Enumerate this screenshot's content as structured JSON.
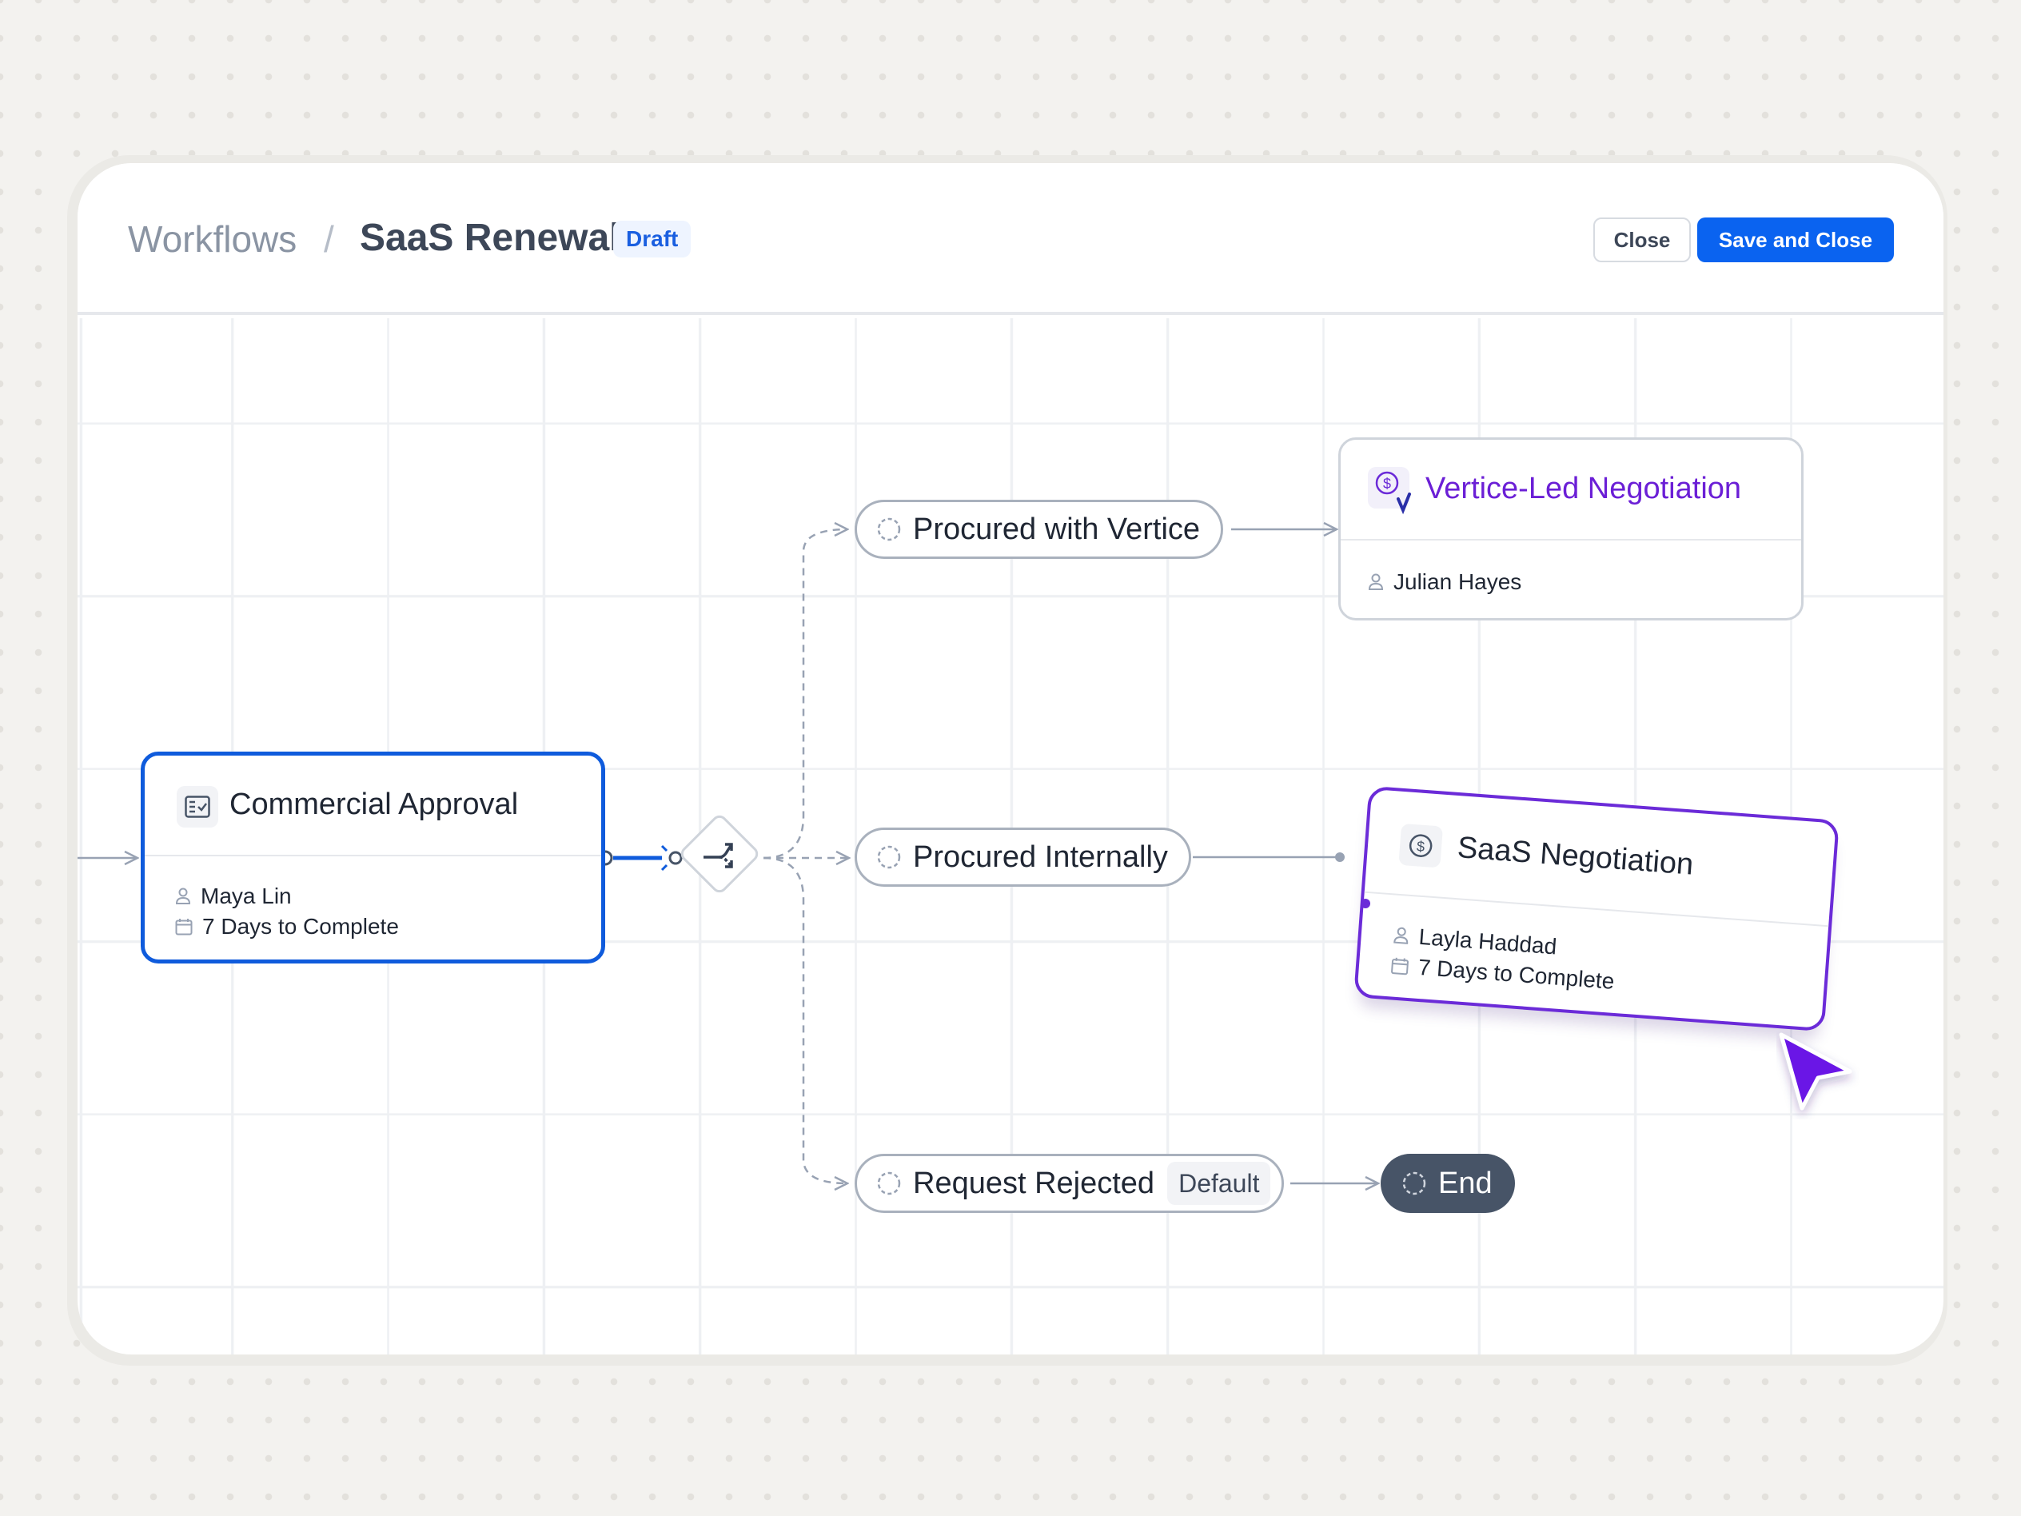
{
  "header": {
    "breadcrumb_root": "Workflows",
    "breadcrumb_separator": "/",
    "title": "SaaS Renewal",
    "status_badge": "Draft",
    "close_label": "Close",
    "save_label": "Save and Close"
  },
  "nodes": {
    "commercial_approval": {
      "title": "Commercial Approval",
      "icon": "checklist-icon",
      "assignee": "Maya Lin",
      "duration": "7 Days to Complete"
    },
    "vertice_negotiation": {
      "title": "Vertice-Led Negotiation",
      "icon": "vertice-dollar-icon",
      "assignee": "Julian Hayes"
    },
    "saas_negotiation": {
      "title": "SaaS Negotiation",
      "icon": "dollar-icon",
      "assignee": "Layla Haddad",
      "duration": "7 Days to Complete"
    }
  },
  "branches": [
    {
      "label": "Procured with Vertice",
      "icon": "dashed-circle-icon"
    },
    {
      "label": "Procured Internally",
      "icon": "dashed-circle-icon"
    },
    {
      "label": "Request Rejected",
      "badge": "Default",
      "icon": "dashed-circle-icon"
    }
  ],
  "end_node": {
    "label": "End",
    "icon": "dashed-circle-icon"
  },
  "colors": {
    "primary_blue": "#0a63f0",
    "selected_border": "#0f5bdc",
    "accent_purple": "#6b2bd8",
    "end_node_bg": "#475467"
  }
}
